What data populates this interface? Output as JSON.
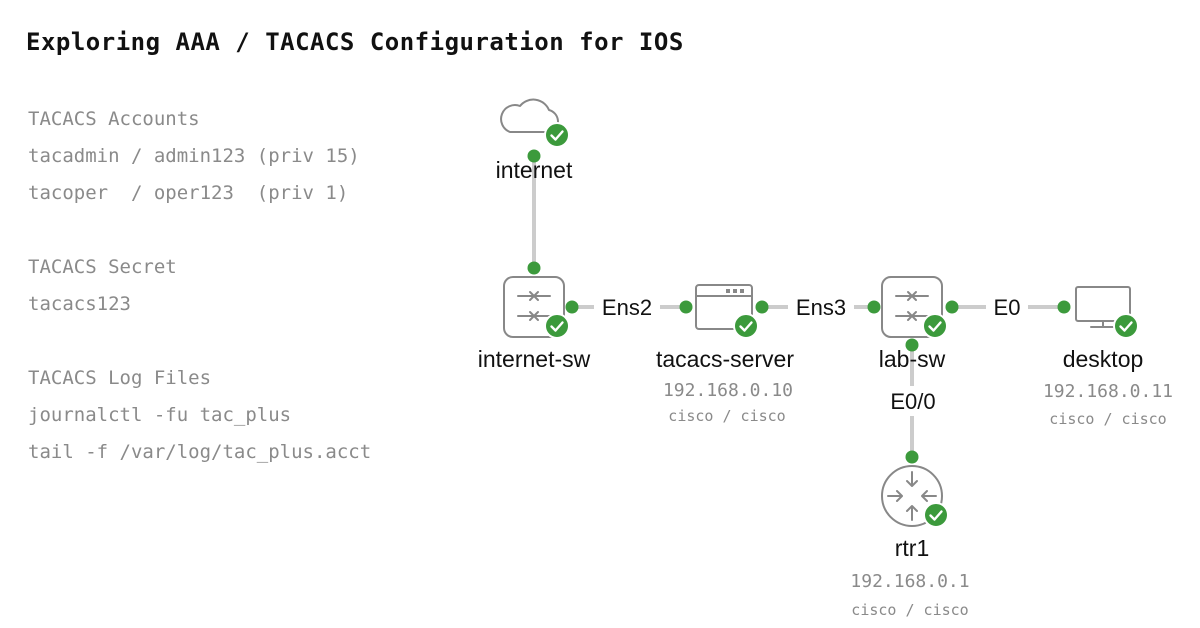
{
  "title": "Exploring AAA / TACACS Configuration for IOS",
  "notes": {
    "accounts_heading": "TACACS Accounts",
    "account_1": "tacadmin / admin123 (priv 15)",
    "account_2": "tacoper  / oper123  (priv 1)",
    "secret_heading": "TACACS Secret",
    "secret_value": "tacacs123",
    "logs_heading": "TACACS Log Files",
    "log_cmd_1": "journalctl -fu tac_plus",
    "log_cmd_2": "tail -f /var/log/tac_plus.acct"
  },
  "topology": {
    "status_color": "#3c9a3c",
    "link_color": "#cccccc",
    "nodes": {
      "internet": {
        "label": "internet",
        "icon": "cloud-icon"
      },
      "internet_sw": {
        "label": "internet-sw",
        "icon": "switch-icon"
      },
      "tacacs_server": {
        "label": "tacacs-server",
        "icon": "server-icon",
        "ip": "192.168.0.10",
        "creds": "cisco / cisco"
      },
      "lab_sw": {
        "label": "lab-sw",
        "icon": "switch-icon"
      },
      "desktop": {
        "label": "desktop",
        "icon": "monitor-icon",
        "ip": "192.168.0.11",
        "creds": "cisco / cisco"
      },
      "rtr1": {
        "label": "rtr1",
        "icon": "router-icon",
        "ip": "192.168.0.1",
        "creds": "cisco / cisco"
      }
    },
    "links": {
      "internet_sw_to_tacacs": "Ens2",
      "tacacs_to_lab_sw": "Ens3",
      "lab_sw_to_desktop": "E0",
      "lab_sw_to_rtr1": "E0/0"
    }
  }
}
